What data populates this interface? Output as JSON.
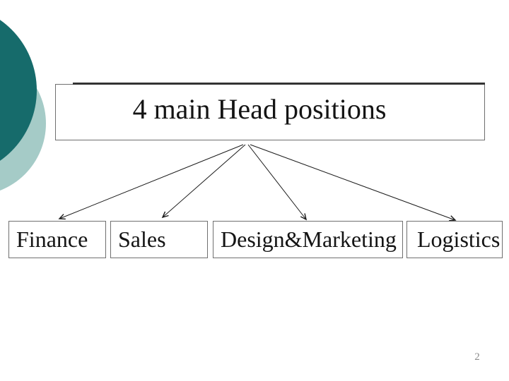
{
  "slide": {
    "page_number": "2",
    "background": "#ffffff"
  },
  "decoration": {
    "circle_dark_color": "#166B6B",
    "circle_light_color": "#A5CBC7"
  },
  "diagram": {
    "title": "4 main Head positions",
    "children": [
      {
        "label": "Finance"
      },
      {
        "label": "Sales"
      },
      {
        "label": "Design&Marketing"
      },
      {
        "label": "Logistics"
      }
    ],
    "connector_color": "#1a1a1a"
  },
  "colors": {
    "box_border": "#6f6f6f",
    "accent_bar": "#333333",
    "text": "#141414",
    "page_number": "#8b8b8b"
  }
}
